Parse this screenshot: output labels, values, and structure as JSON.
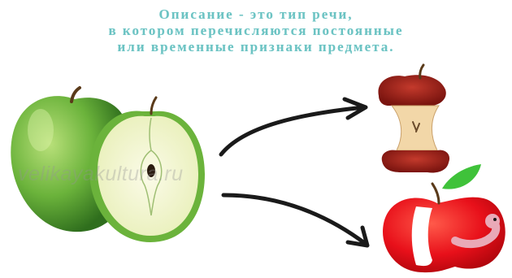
{
  "caption": {
    "line1": "Описание - это тип речи,",
    "line2": "в котором перечисляются постоянные",
    "line3": "или временные признаки предмета."
  },
  "watermark": "velikayakultura.ru",
  "colors": {
    "caption": "#6cc3c3",
    "green_apple": "#6bb33b",
    "red_apple": "#e8101a",
    "core_flesh": "#f2d7a8",
    "core_skin": "#8a1a14",
    "leaf": "#3fc23a",
    "worm": "#e9a9b7",
    "arrow": "#1a1a1a"
  },
  "icons": {
    "whole_apple": "green-apple-icon",
    "half_apple": "apple-half-icon",
    "core": "apple-core-icon",
    "bitten_apple": "bitten-red-apple-icon",
    "worm": "worm-icon"
  }
}
